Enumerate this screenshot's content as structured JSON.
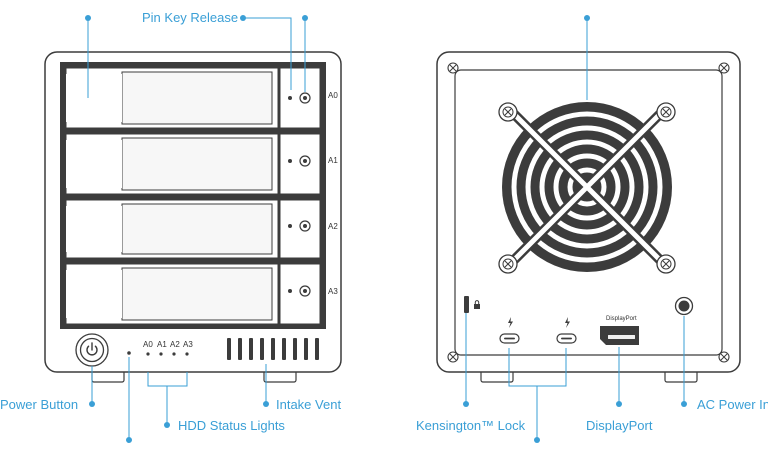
{
  "colors": {
    "callout": "#3a9fd6",
    "outline": "#3c3c3c",
    "panel": "#f5f5f5",
    "dark": "#404040"
  },
  "front": {
    "bays": [
      "A0",
      "A1",
      "A2",
      "A3"
    ],
    "leds": [
      "A0",
      "A1",
      "A2",
      "A3"
    ]
  },
  "back": {
    "port_label": "DisplayPort"
  },
  "labels": {
    "pin_key_release": "Pin Key Release",
    "power_button": "Power Button",
    "hdd_status_lights": "HDD Status Lights",
    "intake_vent": "Intake Vent",
    "kensington_lock": "Kensington™ Lock",
    "displayport": "DisplayPort",
    "ac_power_in": "AC Power In"
  },
  "icons": {
    "power": "power-icon",
    "lock": "lock-icon",
    "thunderbolt": "thunderbolt-icon"
  }
}
